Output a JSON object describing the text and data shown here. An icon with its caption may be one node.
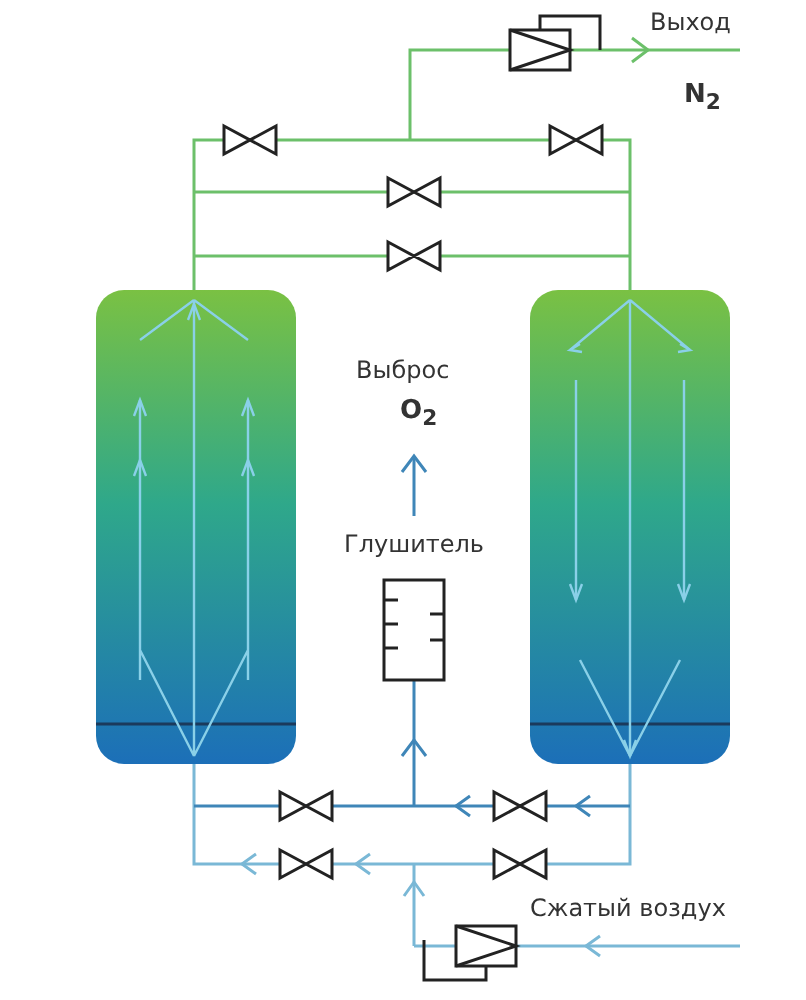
{
  "diagram": {
    "labels": [
      "Выход",
      "N$_{2}$",
      "Выброс",
      "O$_{2}$",
      "Глушитель",
      "Сжатый воздух"
    ]
  }
}
